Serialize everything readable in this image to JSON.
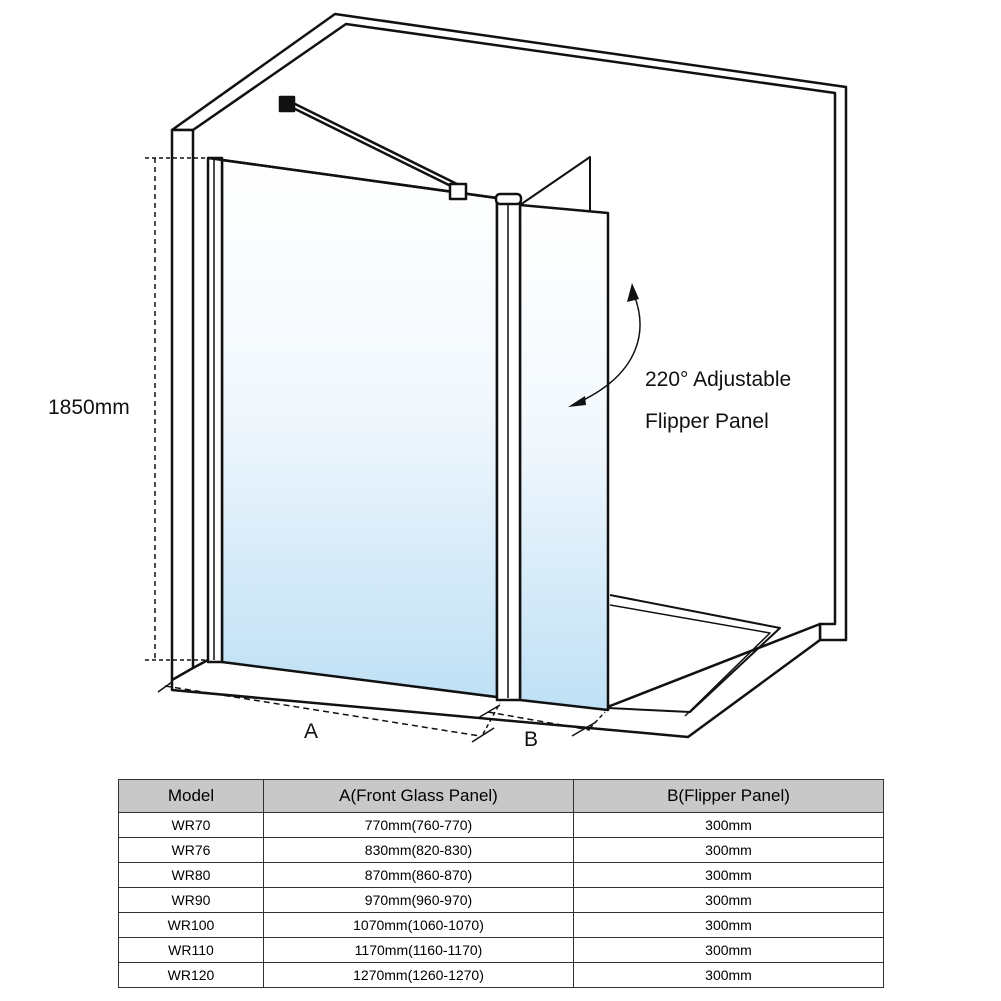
{
  "diagram": {
    "height_label": "1850mm",
    "flipper_label_line1": "220° Adjustable",
    "flipper_label_line2": "Flipper Panel",
    "dim_a_label": "A",
    "dim_b_label": "B"
  },
  "table": {
    "headers": [
      "Model",
      "A(Front Glass Panel)",
      "B(Flipper Panel)"
    ],
    "rows": [
      [
        "WR70",
        "770mm(760-770)",
        "300mm"
      ],
      [
        "WR76",
        "830mm(820-830)",
        "300mm"
      ],
      [
        "WR80",
        "870mm(860-870)",
        "300mm"
      ],
      [
        "WR90",
        "970mm(960-970)",
        "300mm"
      ],
      [
        "WR100",
        "1070mm(1060-1070)",
        "300mm"
      ],
      [
        "WR110",
        "1170mm(1160-1170)",
        "300mm"
      ],
      [
        "WR120",
        "1270mm(1260-1270)",
        "300mm"
      ]
    ]
  },
  "colors": {
    "glass_tint": "#bfe0f5",
    "header_bg": "#c8c8c8"
  }
}
